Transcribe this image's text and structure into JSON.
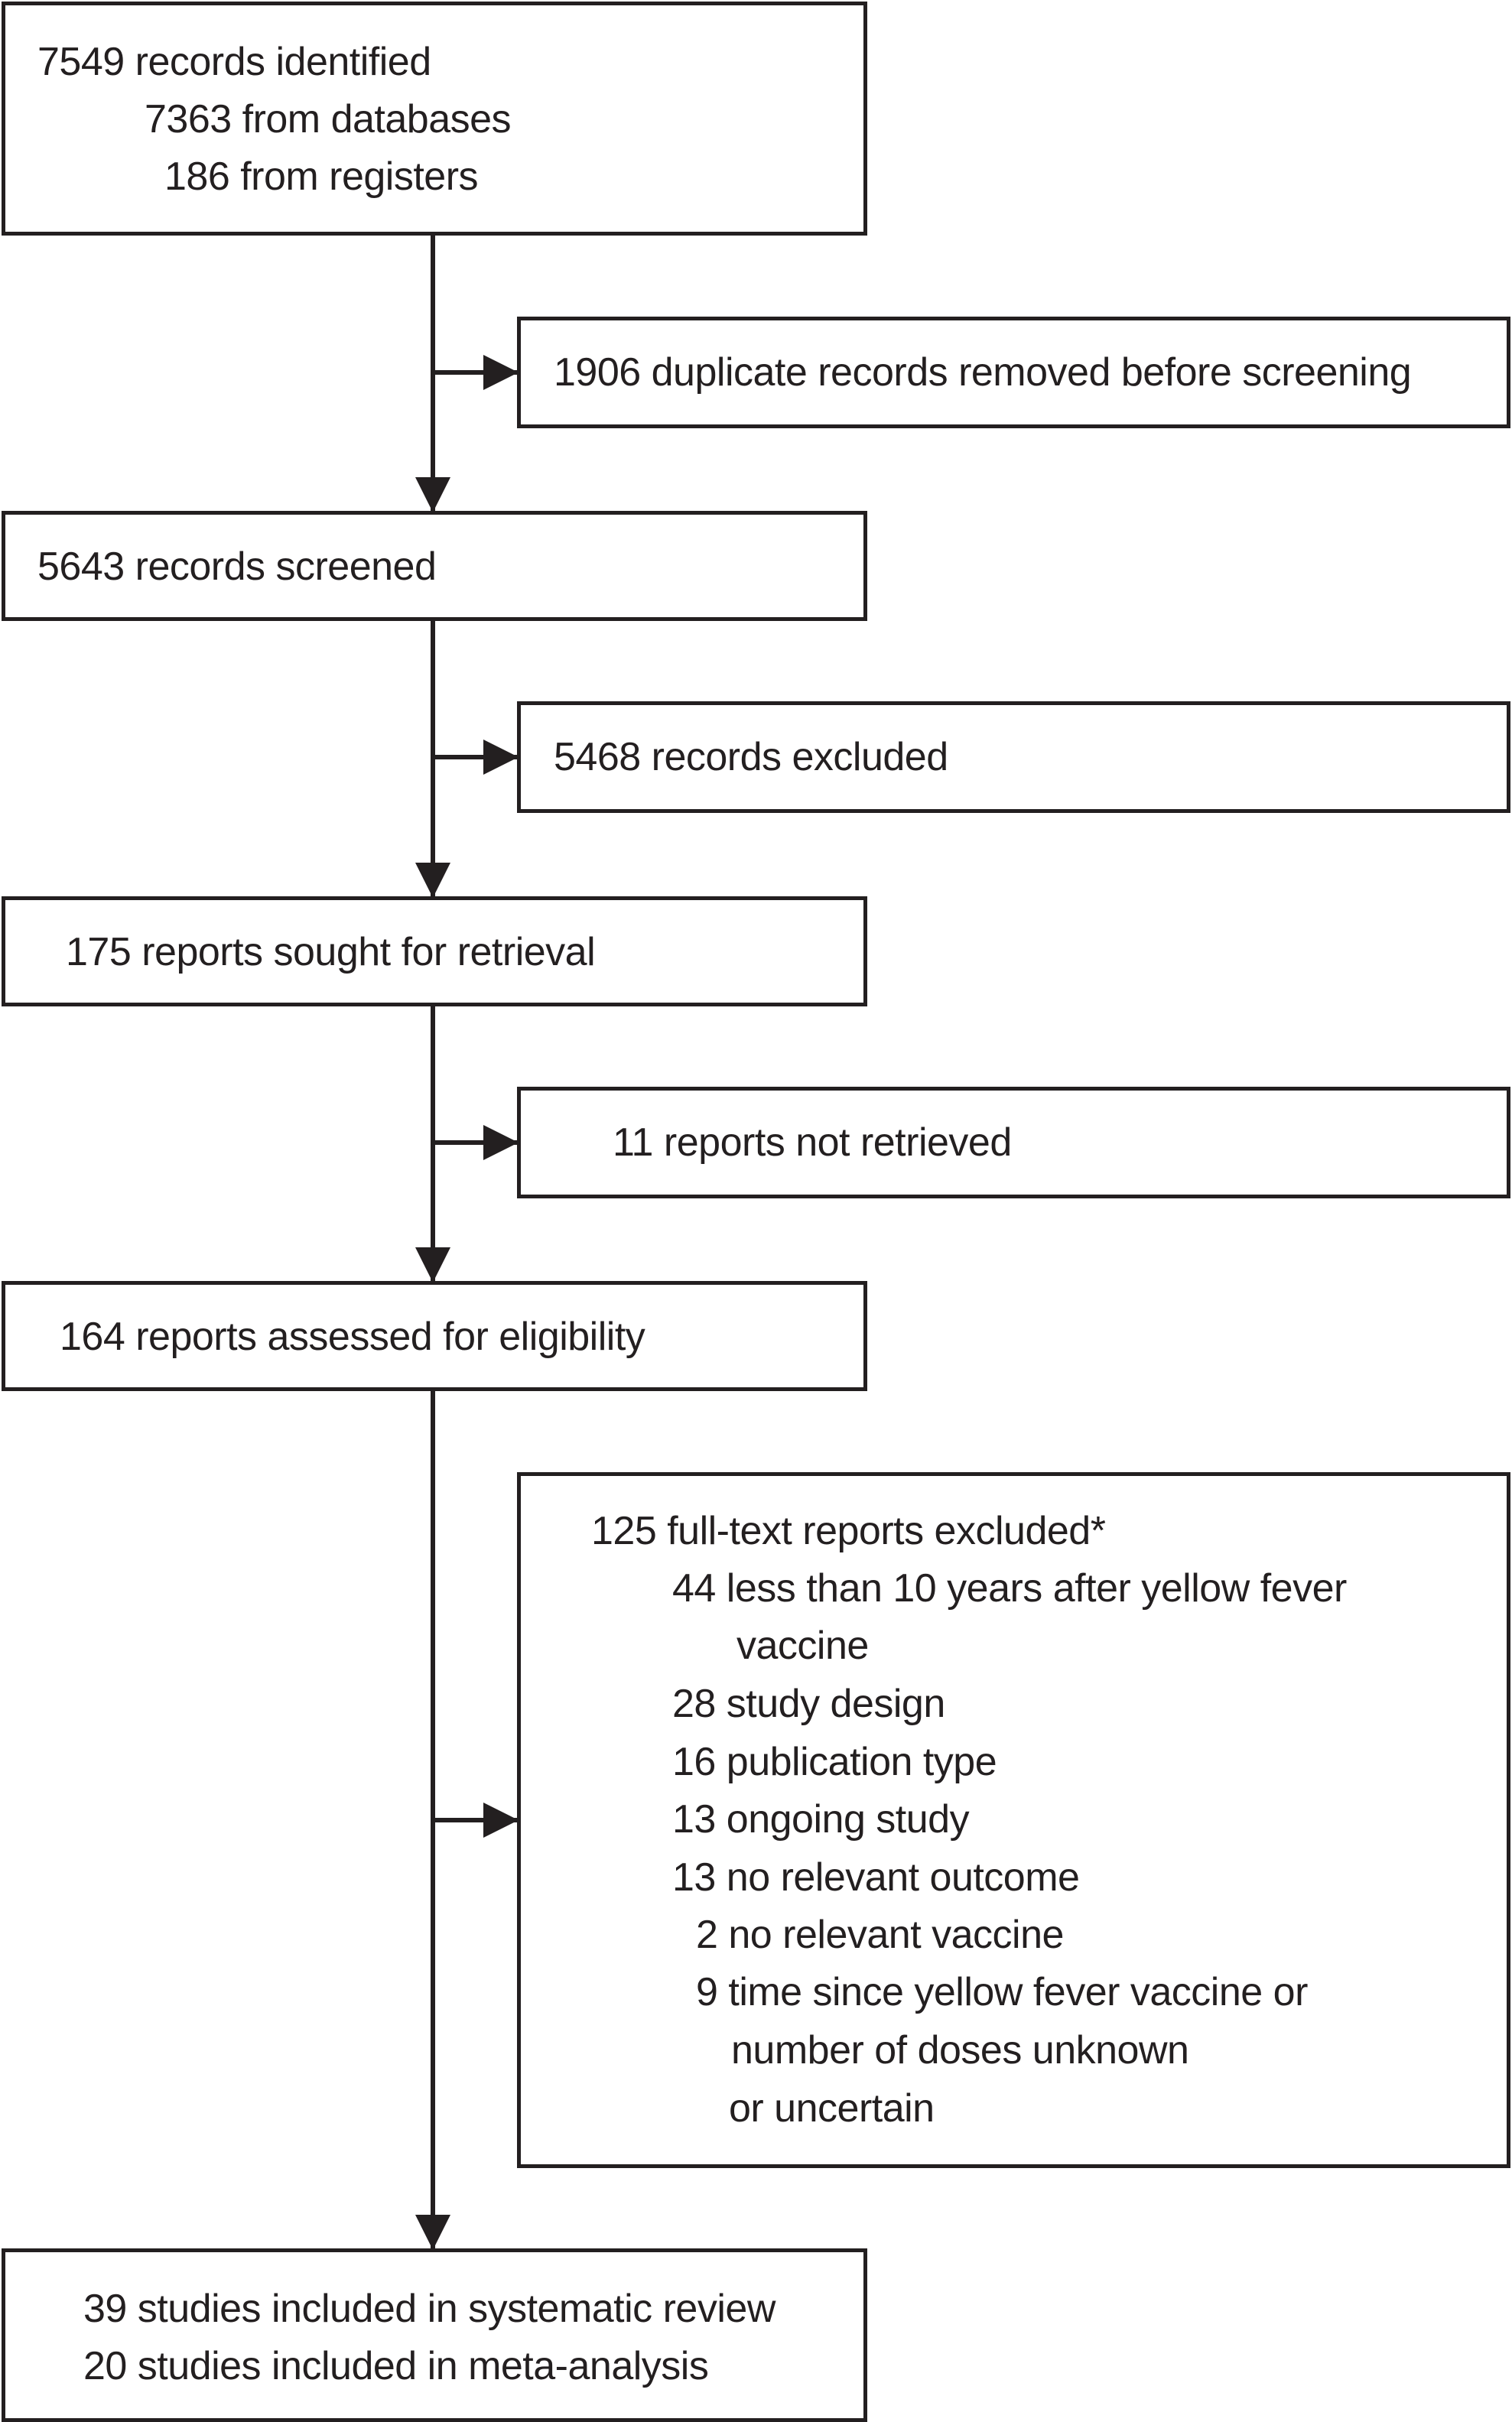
{
  "flow": {
    "identified": {
      "title": "7549 records identified",
      "from_databases": "7363 from databases",
      "from_registers": "186 from registers"
    },
    "duplicates_removed": "1906 duplicate records removed before screening",
    "screened": "5643 records screened",
    "excluded": "5468 records excluded",
    "sought": "175 reports sought for retrieval",
    "not_retrieved": "11 reports not retrieved",
    "assessed": "164 reports assessed for eligibility",
    "fulltext_excluded": {
      "title": "125 full-text reports excluded*",
      "reasons": [
        "44 less than 10 years after yellow fever",
        "vaccine",
        "28 study design",
        "16 publication type",
        "13 ongoing study",
        "13 no relevant outcome",
        "2 no relevant vaccine",
        "9 time since yellow fever vaccine or",
        "number of doses unknown",
        "or uncertain"
      ]
    },
    "included": {
      "review": "39 studies included in systematic review",
      "meta": "20 studies included in meta-analysis"
    }
  }
}
